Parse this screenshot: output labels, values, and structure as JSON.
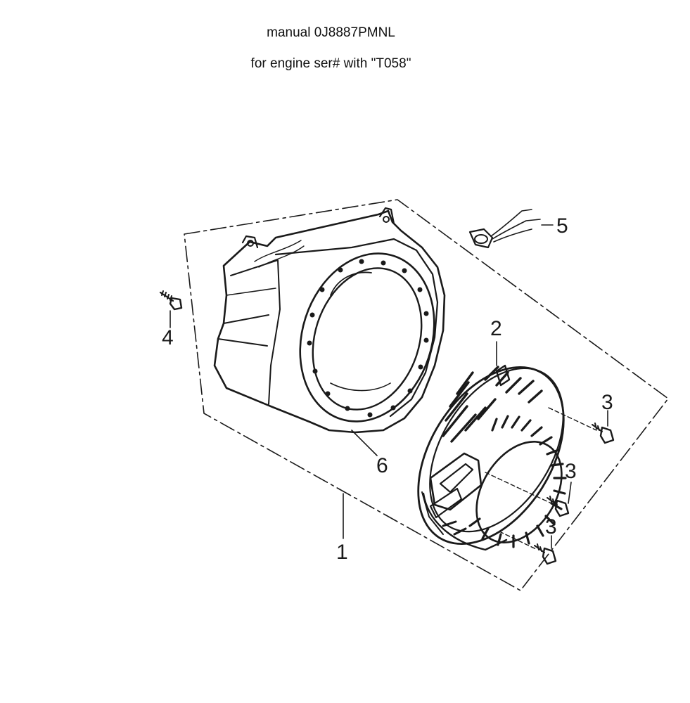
{
  "header": {
    "manual_line": "manual 0J8887PMNL",
    "engine_line": "for engine ser# with \"T058\""
  },
  "callouts": {
    "assembly": "1",
    "recoil_starter": "2",
    "bolt_a": "3",
    "bolt_b": "3",
    "bolt_c": "3",
    "side_bolt": "4",
    "sensor": "5",
    "fan_cover": "6"
  },
  "colors": {
    "ink": "#1a1a1a",
    "background": "#ffffff"
  }
}
